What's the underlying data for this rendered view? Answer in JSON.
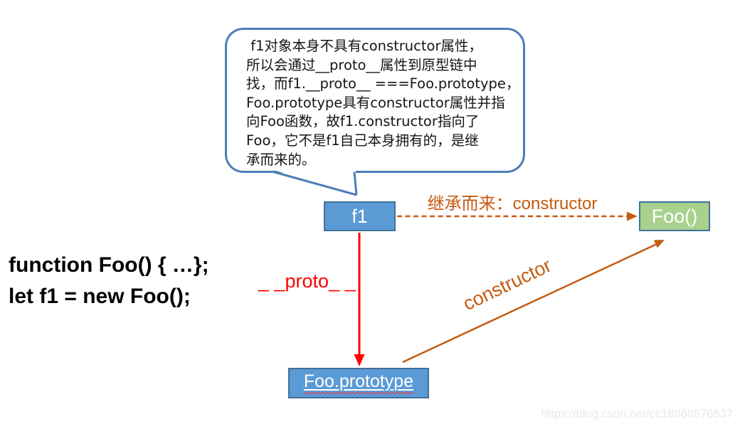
{
  "bubble": {
    "lines": [
      " f1对象本身不具有constructor属性，",
      "所以会通过__proto__属性到原型链中",
      "找，而f1.__proto__ ===Foo.prototype，",
      "Foo.prototype具有constructor属性并指",
      "向Foo函数，故f1.constructor指向了",
      "Foo，它不是f1自己本身拥有的，是继",
      "承而来的。"
    ]
  },
  "code": {
    "line1": "function Foo() { …};",
    "line2": "let f1 = new Foo();"
  },
  "nodes": {
    "f1": "f1",
    "foo": "Foo()",
    "foo_prototype": "Foo.prototype"
  },
  "edges": {
    "inherited_label": "继承而来：constructor",
    "proto_label": "_ _proto_ _",
    "constructor_label": "constructor"
  },
  "watermark": "https://blog.csdn.net/cc18868876837",
  "colors": {
    "box_blue": "#5b9bd5",
    "box_border": "#41719c",
    "box_green": "#a9d18e",
    "orange": "#c55a11",
    "red": "#ff0000",
    "bubble_border": "#4a7eb8"
  }
}
